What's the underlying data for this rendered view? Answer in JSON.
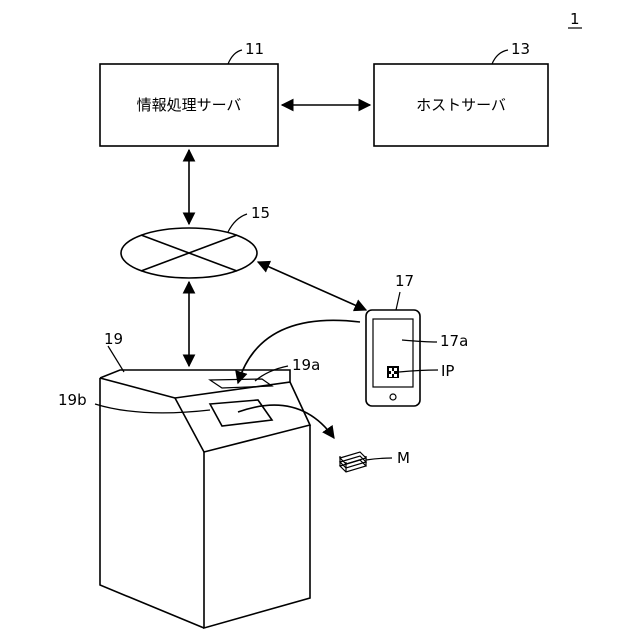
{
  "figure_number": "1",
  "info_server": {
    "ref": "11",
    "label": "情報処理サーバ"
  },
  "host_server": {
    "ref": "13",
    "label": "ホストサーバ"
  },
  "network": {
    "ref": "15"
  },
  "smartphone": {
    "ref": "17",
    "screen_ref": "17a",
    "image_ref": "IP"
  },
  "terminal": {
    "ref": "19",
    "reader_ref": "19a",
    "outlet_ref": "19b"
  },
  "medium": {
    "ref": "M"
  }
}
